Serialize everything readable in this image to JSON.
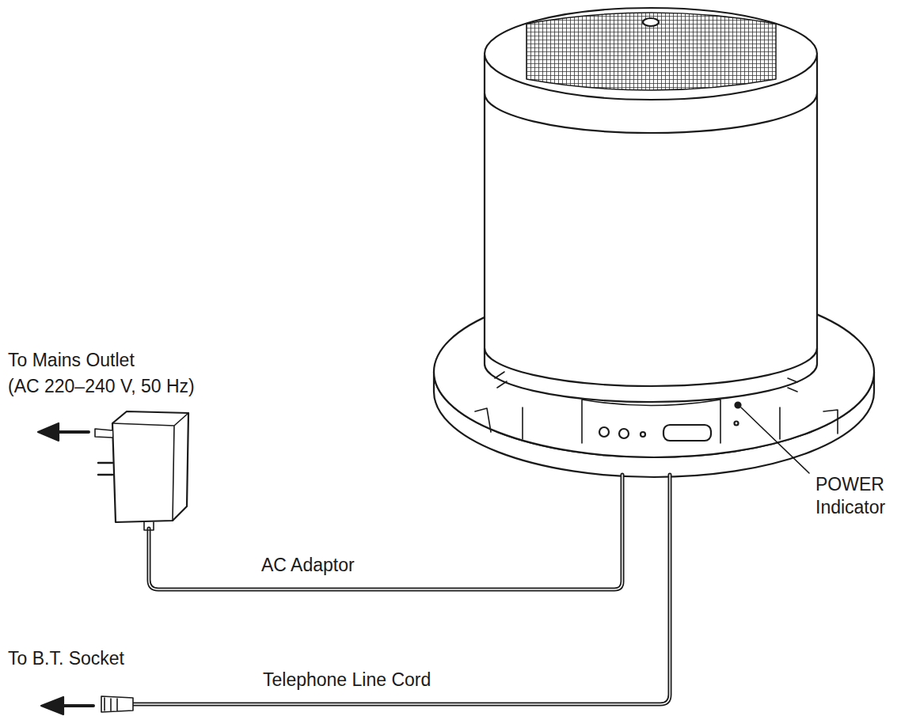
{
  "diagram": {
    "labels": [
      "To Mains Outlet",
      "(AC 220–240 V, 50 Hz)",
      "AC Adaptor",
      "To B.T. Socket",
      "Telephone Line Cord",
      "POWER Indicator"
    ]
  }
}
